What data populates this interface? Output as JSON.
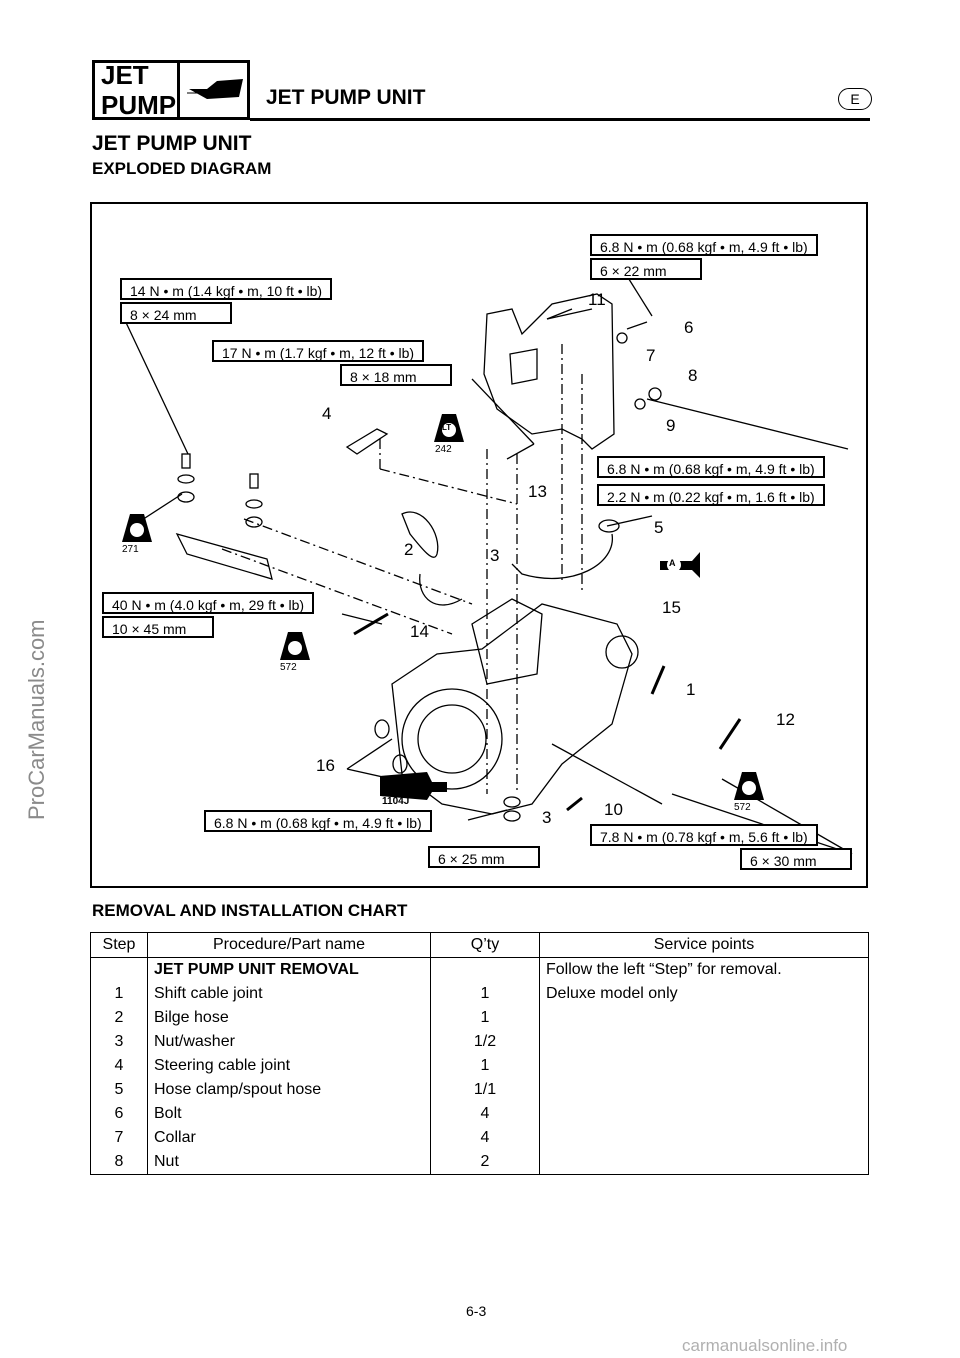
{
  "watermark_side": "ProCarManuals.com",
  "watermark_footer": "carmanualsonline.info",
  "header": {
    "logo_line1": "JET",
    "logo_line2": "PUMP",
    "title": "JET PUMP UNIT",
    "lang_badge": "E"
  },
  "section_title": "JET PUMP UNIT",
  "subsection_title": "EXPLODED DIAGRAM",
  "diagram": {
    "callouts": {
      "c6_torque": "6.8 N • m (0.68 kgf • m, 4.9 ft • lb)",
      "c6_size": "6 × 22 mm",
      "c14a_torque": "14 N • m (1.4 kgf • m, 10 ft • lb)",
      "c14a_size": "8 × 24 mm",
      "c13_torque": "17 N • m (1.7 kgf • m, 12 ft • lb)",
      "c13_size": "8 × 18 mm",
      "c9_torque": "6.8 N • m (0.68 kgf • m, 4.9 ft • lb)",
      "c5_torque": "2.2 N • m (0.22 kgf • m, 1.6 ft • lb)",
      "c14_torque": "40 N • m (4.0 kgf • m, 29 ft • lb)",
      "c14_size": "10 × 45 mm",
      "c3_torque": "6.8 N • m (0.68 kgf • m, 4.9 ft • lb)",
      "c3_size": "6 × 25 mm",
      "c12_torque": "7.8 N • m (0.78 kgf • m, 5.6 ft • lb)",
      "c12_size": "6 × 30 mm"
    },
    "part_labels": [
      "11",
      "6",
      "7",
      "8",
      "9",
      "4",
      "13",
      "5",
      "2",
      "3",
      "15",
      "14",
      "1",
      "12",
      "16",
      "3",
      "10"
    ],
    "sealant": {
      "s242": "242",
      "s271": "271",
      "s572a": "572",
      "s572b": "572",
      "s1104": "1104J",
      "lt": "LT",
      "a": "A"
    }
  },
  "chart": {
    "title": "REMOVAL AND INSTALLATION CHART",
    "columns": [
      "Step",
      "Procedure/Part name",
      "Q’ty",
      "Service points"
    ],
    "rows": [
      {
        "step": "",
        "part": "JET PUMP UNIT REMOVAL",
        "qty": "",
        "notes": "Follow the left “Step” for removal."
      },
      {
        "step": "1",
        "part": "Shift cable joint",
        "qty": "1",
        "notes": "Deluxe model only"
      },
      {
        "step": "2",
        "part": "Bilge hose",
        "qty": "1",
        "notes": ""
      },
      {
        "step": "3",
        "part": "Nut/washer",
        "qty": "1/2",
        "notes": ""
      },
      {
        "step": "4",
        "part": "Steering cable joint",
        "qty": "1",
        "notes": ""
      },
      {
        "step": "5",
        "part": "Hose clamp/spout hose",
        "qty": "1/1",
        "notes": ""
      },
      {
        "step": "6",
        "part": "Bolt",
        "qty": "4",
        "notes": ""
      },
      {
        "step": "7",
        "part": "Collar",
        "qty": "4",
        "notes": ""
      },
      {
        "step": "8",
        "part": "Nut",
        "qty": "2",
        "notes": ""
      }
    ]
  },
  "page_number": "6-3"
}
